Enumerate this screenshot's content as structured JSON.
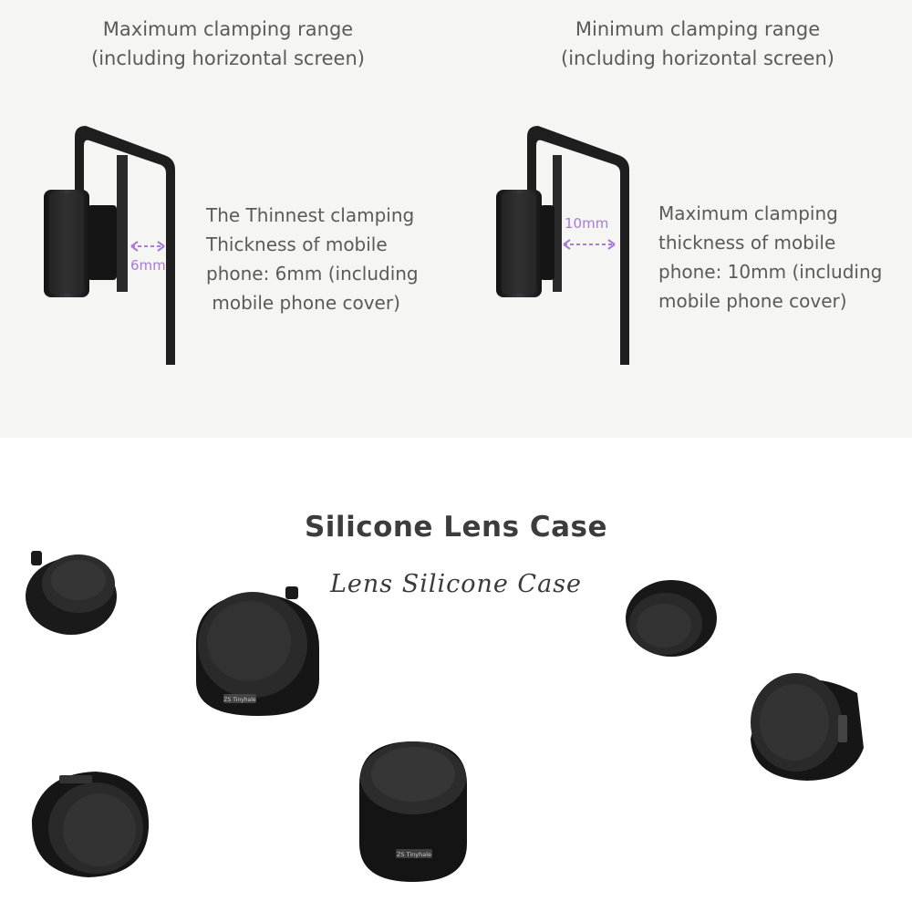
{
  "clamping": {
    "max_range": {
      "title_line1": "Maximum clamping range",
      "title_line2": "(including horizontal screen)",
      "measure_label": "6mm",
      "desc_lines": [
        "The Thinnest clamping",
        "Thickness of  mobile",
        "phone: 6mm (including",
        " mobile phone cover)"
      ]
    },
    "min_range": {
      "title_line1": "Minimum clamping range",
      "title_line2": "(including horizontal screen)",
      "measure_label": "10mm",
      "desc_lines": [
        "Maximum clamping",
        "thickness of mobile",
        "phone: 10mm (including",
        "mobile phone cover)"
      ]
    },
    "arrow_color": "#a77bd6"
  },
  "lens_case": {
    "title": "Silicone Lens Case",
    "script_subtitle": "Lens Silicone Case",
    "case_brand_label": "ZS Tinyhale",
    "case_color": "#1c1c1c"
  }
}
